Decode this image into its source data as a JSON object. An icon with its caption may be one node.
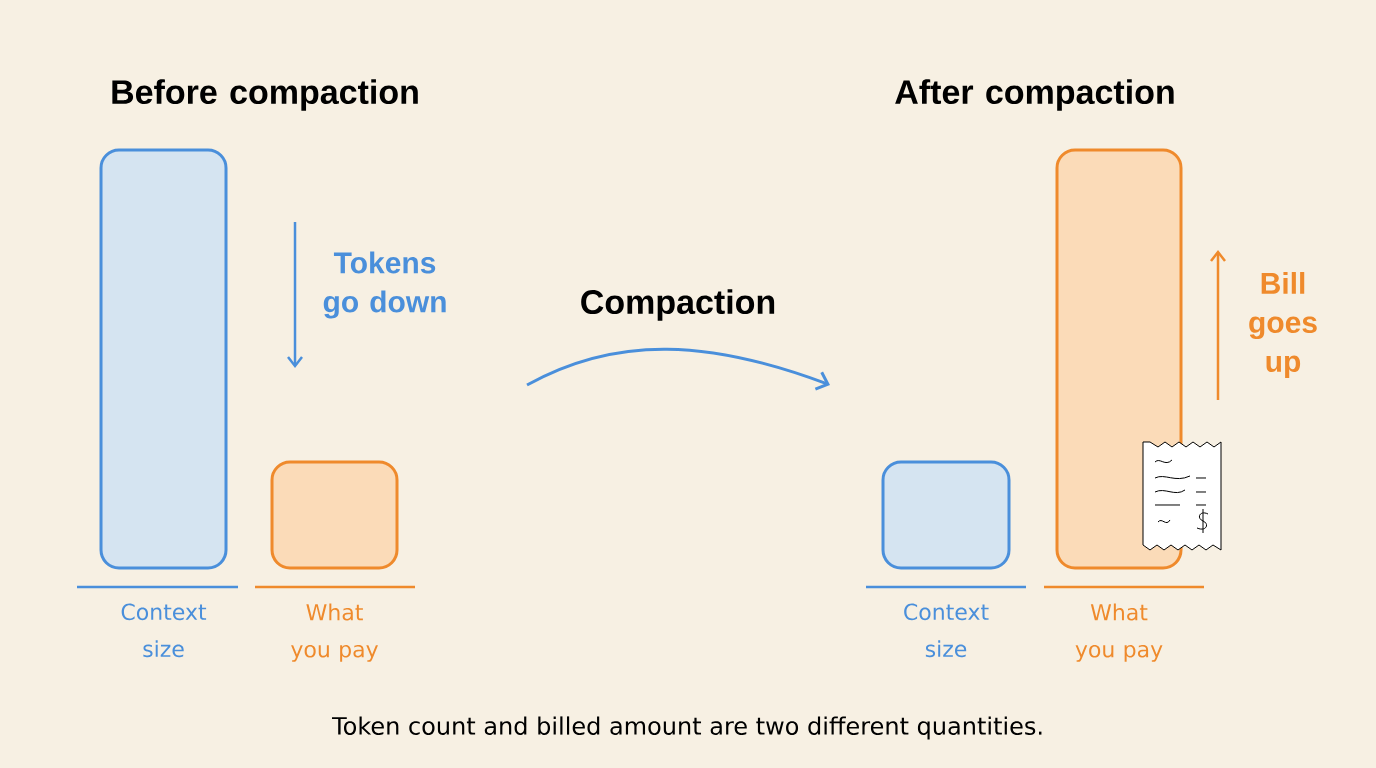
{
  "diagram": {
    "caption": "Token count and billed amount are two different quantities.",
    "nodes": [
      {
        "text": [],
        "shape": "bar",
        "beside": [
          "Context size"
        ]
      },
      {
        "text": [],
        "shape": "bar",
        "beside": [
          "What you pay"
        ]
      },
      {
        "text": [],
        "shape": "bar",
        "beside": [
          "Context size"
        ]
      },
      {
        "text": [],
        "shape": "bar",
        "beside": [
          "What you pay"
        ]
      }
    ],
    "labels": [
      "Before compaction",
      "Tokens go down",
      "Compaction",
      "After compaction",
      "Bill goes up"
    ]
  }
}
